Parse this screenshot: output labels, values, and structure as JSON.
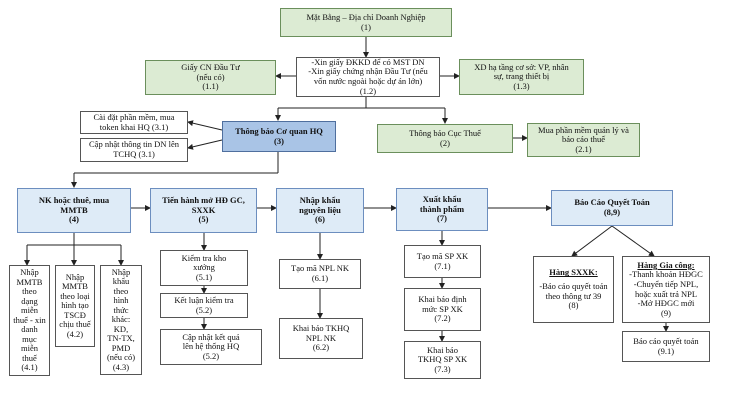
{
  "nodes": {
    "n1": {
      "title": "Mặt Bằng – Địa chỉ Doanh Nghiệp",
      "num": "(1)"
    },
    "n11": {
      "title": "Giấy CN Đầu Tư",
      "sub": "(nếu có)",
      "num": "(1.1)"
    },
    "n12": {
      "line1": "-Xin giấy ĐKKD để có MST DN",
      "line2": "-Xin giấy chứng nhận Đầu Tư (nếu",
      "line3": "vốn nước ngoài hoặc dự án lớn)",
      "num": "(1.2)"
    },
    "n13": {
      "line1": "XD hạ tầng cơ sở: VP, nhân",
      "line2": "sự, trang thiết bị",
      "num": "(1.3)"
    },
    "n31": {
      "line1": "Cài đặt phần mềm, mua",
      "line2": "token khai HQ (3.1)"
    },
    "n31b": {
      "line1": "Cập nhật thông tin DN lên",
      "line2": "TCHQ (3.1)"
    },
    "n3": {
      "title": "Thông báo Cơ quan HQ",
      "num": "(3)"
    },
    "n2": {
      "title": "Thông báo Cục Thuế",
      "num": "(2)"
    },
    "n21": {
      "line1": "Mua phần mềm quản lý và",
      "line2": "báo cáo thuế",
      "num": "(2.1)"
    },
    "n4": {
      "line1": "NK hoặc thuê, mua",
      "line2": "MMTB",
      "num": "(4)"
    },
    "n5": {
      "line1": "Tiến hành mở HĐ GC,",
      "line2": "SXXK",
      "num": "(5)"
    },
    "n6": {
      "line1": "Nhập khẩu",
      "line2": "nguyên liệu",
      "num": "(6)"
    },
    "n7": {
      "line1": "Xuất khẩu",
      "line2": "thành phẩm",
      "num": "(7)"
    },
    "n89": {
      "title": "Báo Cáo Quyết Toán",
      "num": "(8,9)"
    },
    "n41": {
      "lines": [
        "Nhập",
        "MMTB",
        "theo",
        "dạng",
        "miễn",
        "thuế - xin",
        "danh",
        "mục",
        "miễn",
        "thuế"
      ],
      "num": "(4.1)"
    },
    "n42": {
      "lines": [
        "Nhập",
        "MMTB",
        "theo loại",
        "hình tạo",
        "TSCĐ",
        "chịu thuế"
      ],
      "num": "(4.2)"
    },
    "n43": {
      "lines": [
        "Nhập",
        "khẩu",
        "theo",
        "hình",
        "thức",
        "khác:",
        "KD,",
        "TN-TX,",
        "PMD",
        "(nếu có)"
      ],
      "num": "(4.3)"
    },
    "n51": {
      "line1": "Kiểm tra kho",
      "line2": "xưởng",
      "num": "(5.1)"
    },
    "n52a": {
      "line1": "Kết luận kiểm tra",
      "num": "(5.2)"
    },
    "n52b": {
      "line1": "Cập nhật kết quả",
      "line2": "lên hệ thống HQ",
      "num": "(5.2)"
    },
    "n61": {
      "line1": "Tạo mã NPL NK",
      "num": "(6.1)"
    },
    "n62": {
      "line1": "Khai báo TKHQ",
      "line2": "NPL NK",
      "num": "(6.2)"
    },
    "n71": {
      "line1": "Tạo mã SP XK",
      "num": "(7.1)"
    },
    "n72": {
      "line1": "Khai báo định",
      "line2": "mức SP XK",
      "num": "(7.2)"
    },
    "n73": {
      "line1": "Khai báo",
      "line2": "TKHQ SP XK",
      "num": "(7.3)"
    },
    "n8": {
      "head": "Hàng SXXK:",
      "line1": "-Báo cáo quyết toán",
      "line2": "theo thông tư 39",
      "num": "(8)"
    },
    "n9": {
      "head": "Hàng Gia công:",
      "lines": [
        "-Thanh khoản HĐGC",
        "-Chuyển tiếp NPL,",
        "hoặc xuất trả NPL",
        "-Mở HĐGC mới"
      ],
      "num": "(9)"
    },
    "n91": {
      "line1": "Báo cáo quyết toán",
      "num": "(9.1)"
    }
  },
  "colors": {
    "green": "#dcebd3",
    "blue_light": "#deebf7",
    "blue_dark": "#a9c4e6",
    "line": "#222222"
  }
}
